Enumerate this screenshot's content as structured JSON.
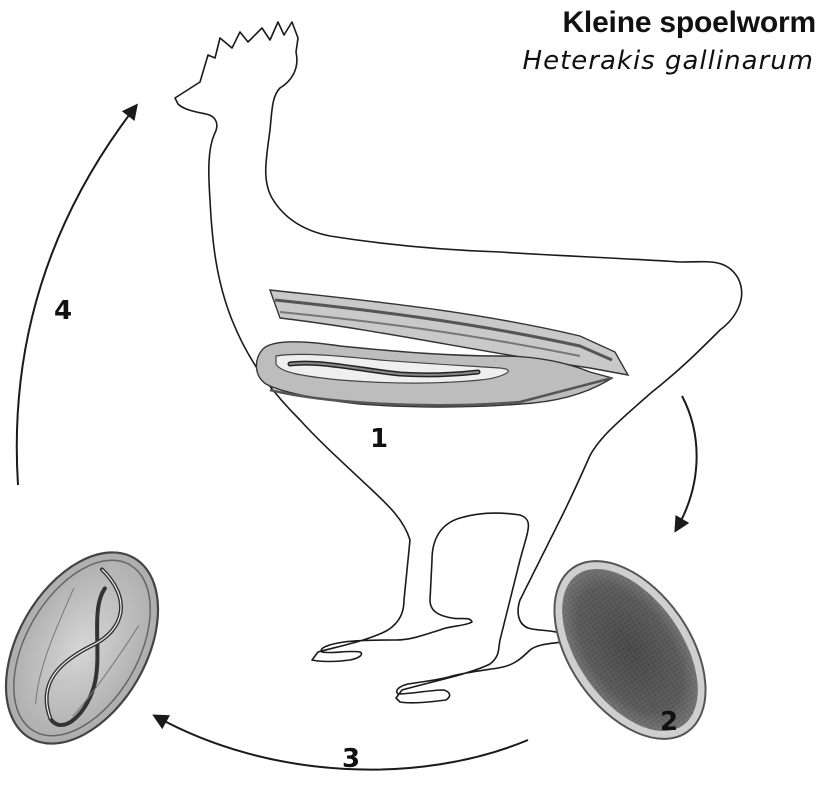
{
  "title": "Kleine spoelworm",
  "subtitle": "Heterakis gallinarum",
  "stages": [
    {
      "label": "1"
    },
    {
      "label": "2"
    },
    {
      "label": "3"
    },
    {
      "label": "4"
    }
  ],
  "colors": {
    "outline": "#1a1a1a",
    "intestine_wall": "#8a8a8a",
    "egg_dark": "#4a4a4a",
    "egg_light": "#bdbdbd"
  }
}
